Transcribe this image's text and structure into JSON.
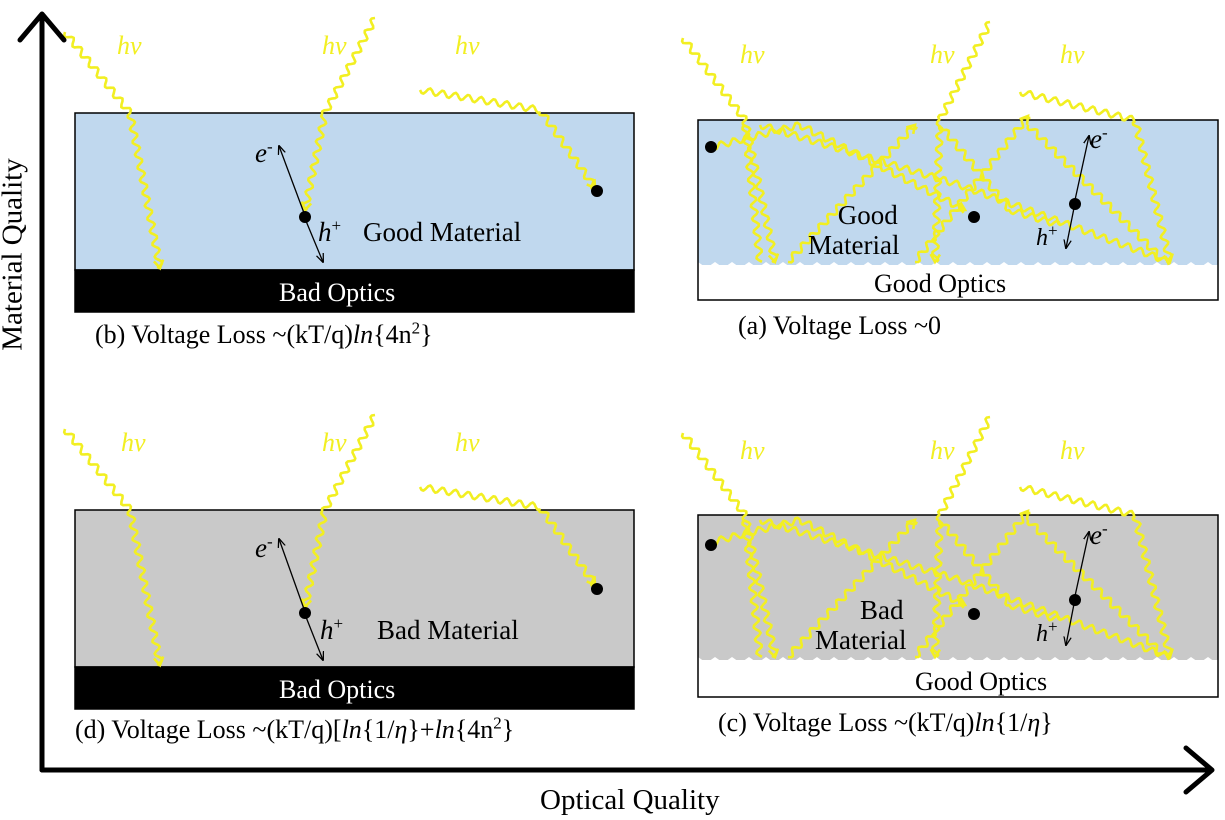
{
  "axes": {
    "x_title": "Optical Quality",
    "y_title": "Material Quality"
  },
  "photon_label": "hν",
  "electron_symbol": "e",
  "electron_superscript": "-",
  "hole_symbol": "h",
  "hole_superscript": "+",
  "panels": {
    "b": {
      "material_label": "Good Material",
      "optics_label": "Bad Optics",
      "caption_prefix": "(b) Voltage Loss ~(kT/q)",
      "caption_ln": "ln",
      "caption_rest": "{4n",
      "caption_sup": "2",
      "caption_end": "}",
      "material_color": "#c0d8ee",
      "optics_color": "#000000"
    },
    "a": {
      "material_label_line1": "Good",
      "material_label_line2": "Material",
      "optics_label": "Good Optics",
      "caption": "(a) Voltage Loss ~0",
      "material_color": "#c0d8ee",
      "optics_color": "#ffffff"
    },
    "d": {
      "material_label": "Bad Material",
      "optics_label": "Bad Optics",
      "caption_prefix": "(d) Voltage Loss ~(kT/q)[",
      "caption_ln1": "ln",
      "caption_mid1": "{1/",
      "caption_eta": "η",
      "caption_mid2": "}+",
      "caption_ln2": "ln",
      "caption_mid3": "{4n",
      "caption_sup": "2",
      "caption_end": "}",
      "material_color": "#c9c9c9",
      "optics_color": "#000000"
    },
    "c": {
      "material_label_line1": "Bad",
      "material_label_line2": "Material",
      "optics_label": "Good Optics",
      "caption_prefix": "(c) Voltage Loss ~(kT/q)",
      "caption_ln": "ln",
      "caption_mid": "{1/",
      "caption_eta": "η",
      "caption_end": "}",
      "material_color": "#c9c9c9",
      "optics_color": "#ffffff"
    }
  },
  "colors": {
    "photon": "#f2ef22",
    "axis": "#000000"
  }
}
